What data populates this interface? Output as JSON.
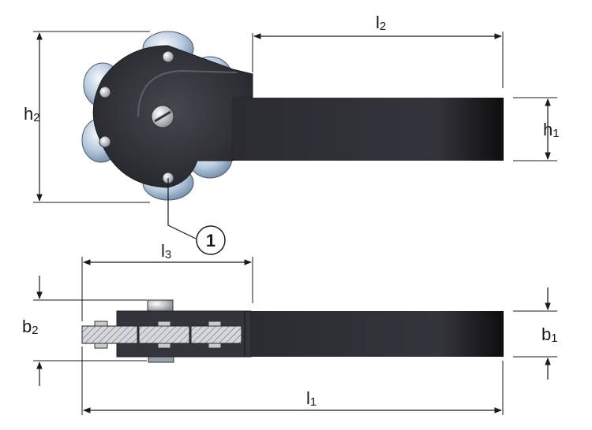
{
  "labels": {
    "l2": {
      "main": "l",
      "sub": "2"
    },
    "h2": {
      "main": "h",
      "sub": "2"
    },
    "h1": {
      "main": "h",
      "sub": "1"
    },
    "l3": {
      "main": "l",
      "sub": "3"
    },
    "b2": {
      "main": "b",
      "sub": "2"
    },
    "b1": {
      "main": "b",
      "sub": "1"
    },
    "l1": {
      "main": "l",
      "sub": "1"
    }
  },
  "callout": "1",
  "colors": {
    "body_dark": "#2c2d33",
    "body_mid": "#3f4048",
    "wheel_light": "#e6edf5",
    "wheel_mid": "#a9bfd6",
    "wheel_dark": "#6f8aa6",
    "line": "#1a1a1a"
  }
}
